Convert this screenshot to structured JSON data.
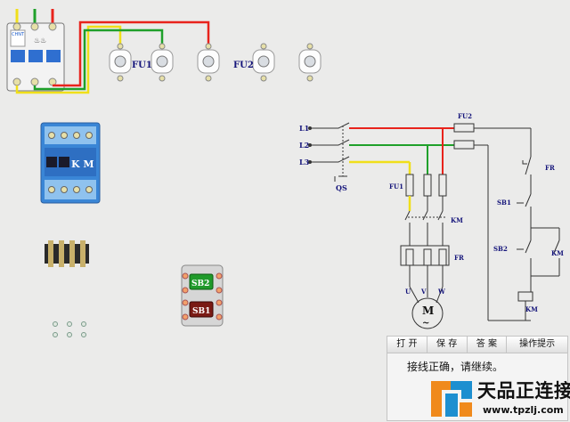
{
  "diagram": {
    "labels": {
      "fu1_top": "FU1",
      "fu2_top": "FU2",
      "km_block": "K M",
      "l1": "L1",
      "l2": "L2",
      "l3": "L3",
      "qs": "QS",
      "fu1": "FU1",
      "fu2": "FU2",
      "km_main": "KM",
      "fr_main": "FR",
      "u": "U",
      "v": "V",
      "w": "W",
      "motor": "M",
      "motor_sym": "~",
      "fr_ctrl": "FR",
      "sb1": "SB1",
      "sb2": "SB2",
      "km_ctrl": "KM",
      "km_coil": "KM",
      "btn_sb2": "SB2",
      "btn_sb1": "SB1",
      "brand": "CHNT"
    },
    "colors": {
      "wire_red": "#e8231c",
      "wire_green": "#1fa02a",
      "wire_yellow": "#f0df1a",
      "label_blue": "#14147a",
      "contactor_blue": "#3a86d6"
    }
  },
  "toolbar": {
    "open": "打 开",
    "save": "保 存",
    "answer": "答 案",
    "hint": "操作提示"
  },
  "status": {
    "message": "接线正确，请继续。"
  },
  "logo": {
    "title": "天品正连接",
    "url": "www.tpzlj.com"
  }
}
